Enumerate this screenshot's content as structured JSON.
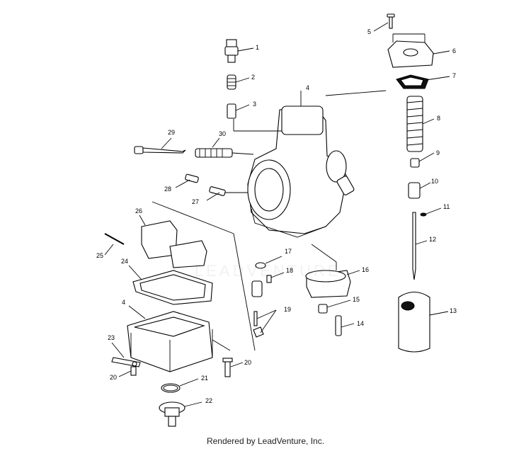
{
  "diagram": {
    "callouts": [
      {
        "id": "c1",
        "text": "1"
      },
      {
        "id": "c2",
        "text": "2"
      },
      {
        "id": "c3",
        "text": "3"
      },
      {
        "id": "c4a",
        "text": "4"
      },
      {
        "id": "c4b",
        "text": "4"
      },
      {
        "id": "c5",
        "text": "5"
      },
      {
        "id": "c6",
        "text": "6"
      },
      {
        "id": "c7",
        "text": "7"
      },
      {
        "id": "c8",
        "text": "8"
      },
      {
        "id": "c9",
        "text": "9"
      },
      {
        "id": "c10",
        "text": "10"
      },
      {
        "id": "c11",
        "text": "11"
      },
      {
        "id": "c12",
        "text": "12"
      },
      {
        "id": "c13",
        "text": "13"
      },
      {
        "id": "c14",
        "text": "14"
      },
      {
        "id": "c15",
        "text": "15"
      },
      {
        "id": "c16",
        "text": "16"
      },
      {
        "id": "c17",
        "text": "17"
      },
      {
        "id": "c18",
        "text": "18"
      },
      {
        "id": "c19",
        "text": "19"
      },
      {
        "id": "c20a",
        "text": "20"
      },
      {
        "id": "c20b",
        "text": "20"
      },
      {
        "id": "c21",
        "text": "21"
      },
      {
        "id": "c22",
        "text": "22"
      },
      {
        "id": "c23",
        "text": "23"
      },
      {
        "id": "c24",
        "text": "24"
      },
      {
        "id": "c25",
        "text": "25"
      },
      {
        "id": "c26",
        "text": "26"
      },
      {
        "id": "c27",
        "text": "27"
      },
      {
        "id": "c28",
        "text": "28"
      },
      {
        "id": "c29",
        "text": "29"
      },
      {
        "id": "c30",
        "text": "30"
      }
    ]
  },
  "footer": {
    "credit": "Rendered by LeadVenture, Inc."
  },
  "watermark": {
    "text": "LEADVENTURE"
  }
}
